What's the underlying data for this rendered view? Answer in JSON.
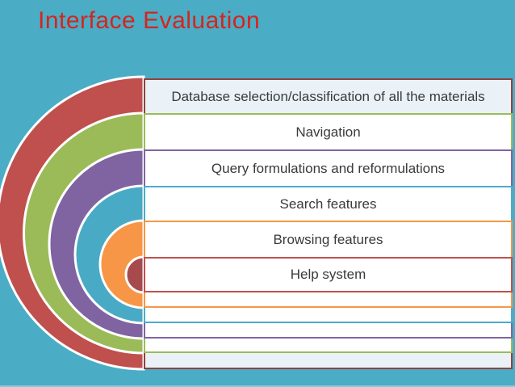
{
  "slide": {
    "title": "Interface Evaluation",
    "title_color": "#D4251E",
    "background_color": "#4BACC6",
    "text_color": "#3A3A3A"
  },
  "diagram": {
    "bars": [
      {
        "label": "Database selection/classification of all the materials",
        "border_color": "#8F4340",
        "fill": "#EAF2F8"
      },
      {
        "label": "Navigation",
        "border_color": "#9BBB59",
        "fill": "#FFFFFF"
      },
      {
        "label": "Query formulations and reformulations",
        "border_color": "#8064A2",
        "fill": "#FFFFFF"
      },
      {
        "label": "Search features",
        "border_color": "#4BACC6",
        "fill": "#FFFFFF"
      },
      {
        "label": "Browsing features",
        "border_color": "#F79646",
        "fill": "#FFFFFF"
      },
      {
        "label": "Help system",
        "border_color": "#C0504D",
        "fill": "#FFFFFF"
      },
      {
        "label": "",
        "border_color": "#F79646",
        "fill": "#FFFFFF"
      },
      {
        "label": "",
        "border_color": "#4BACC6",
        "fill": "#FFFFFF"
      },
      {
        "label": "",
        "border_color": "#8064A2",
        "fill": "#FFFFFF"
      },
      {
        "label": "",
        "border_color": "#9BBB59",
        "fill": "#FFFFFF"
      },
      {
        "label": "",
        "border_color": "#8F4340",
        "fill": "#EAF2F8"
      }
    ],
    "rings": [
      {
        "name": "outer red ring",
        "color": "#C0504D"
      },
      {
        "name": "green ring",
        "color": "#9BBB59"
      },
      {
        "name": "purple ring",
        "color": "#8064A2"
      },
      {
        "name": "teal ring",
        "color": "#49AAC5"
      },
      {
        "name": "orange ring",
        "color": "#F79646"
      },
      {
        "name": "inner red circle",
        "color": "#A64A4E"
      }
    ]
  }
}
